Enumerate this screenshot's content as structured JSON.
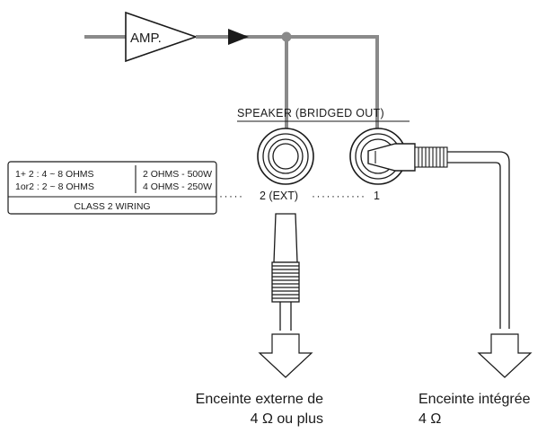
{
  "amp": {
    "label": "AMP."
  },
  "speaker_panel": {
    "header": "SPEAKER (BRIDGED OUT)",
    "jack_ext_label": "2 (EXT)",
    "jack_int_label": "1"
  },
  "spec_box": {
    "row1_left": "1+ 2 : 4 ~ 8 OHMS",
    "row1_right": "2 OHMS - 500W",
    "row2_left": "1or2 : 2 ~ 8 OHMS",
    "row2_right": "4 OHMS - 250W",
    "footer": "CLASS 2 WIRING"
  },
  "captions": {
    "external": {
      "line1": "Enceinte externe de",
      "line2": "4 Ω ou plus"
    },
    "internal": {
      "line1": "Enceinte intégrée",
      "line2": "4 Ω"
    }
  },
  "colors": {
    "wire": "#8a8a8a",
    "line": "#1a1a1a"
  }
}
